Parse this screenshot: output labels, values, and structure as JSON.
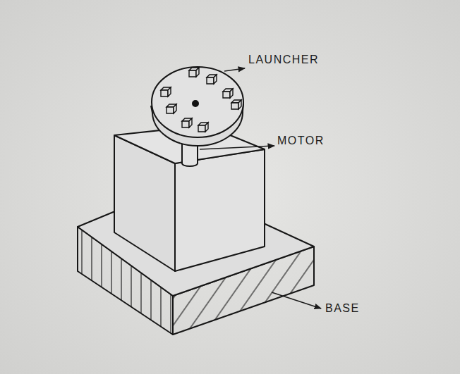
{
  "diagram": {
    "labels": [
      "LAUNCHER",
      "MOTOR",
      "BASE"
    ]
  }
}
